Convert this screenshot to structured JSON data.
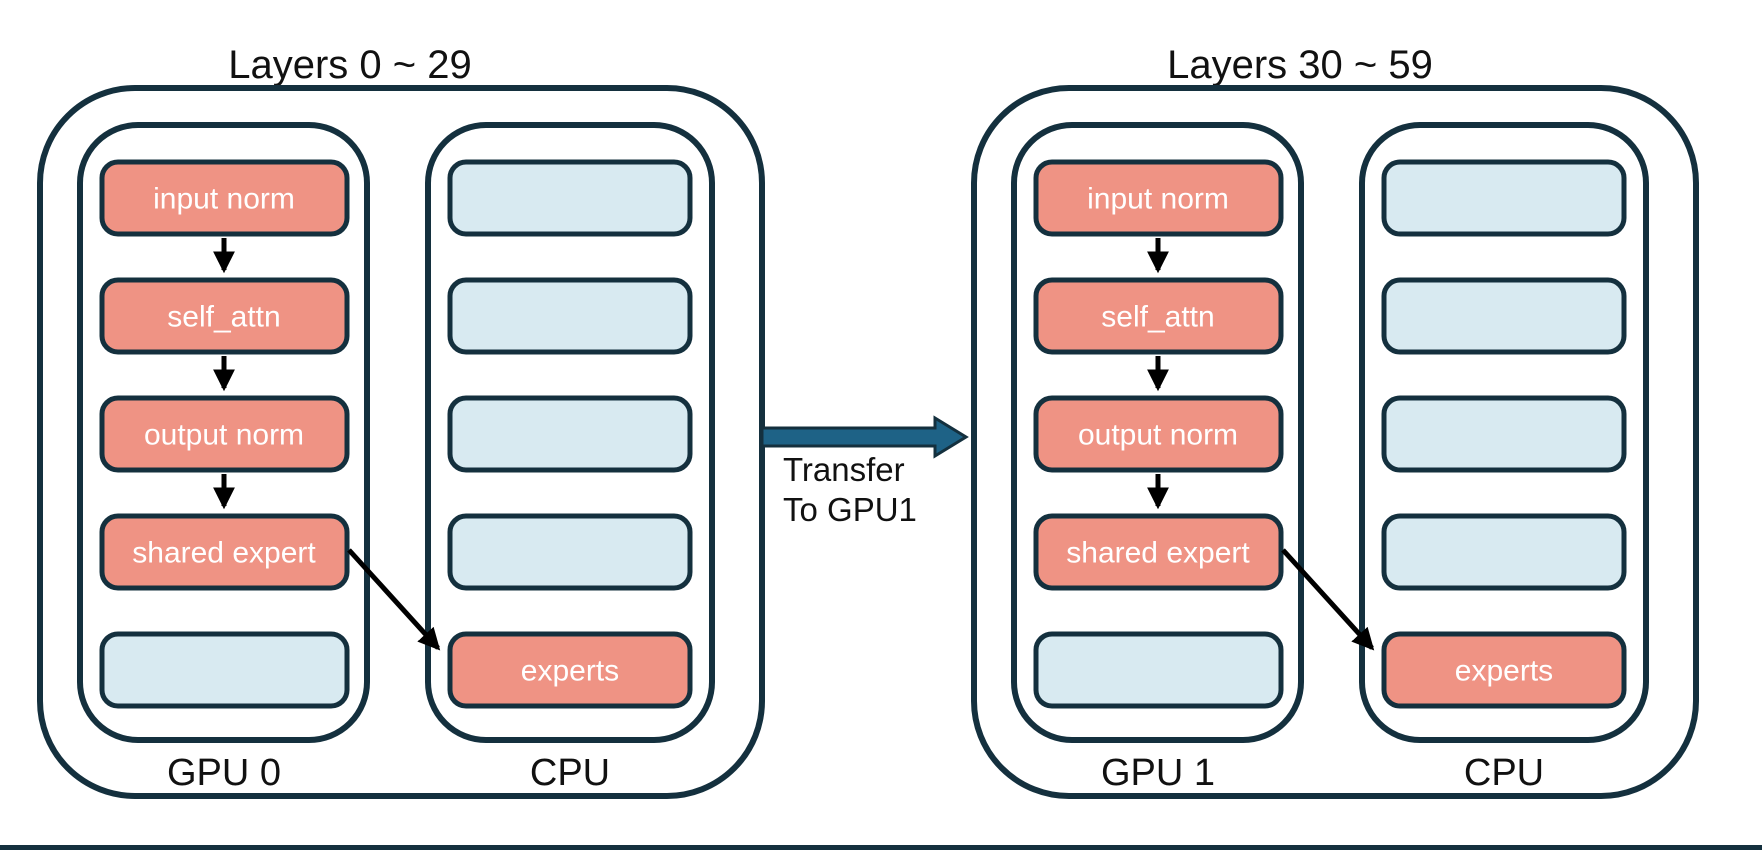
{
  "colors": {
    "navy": "#14303E",
    "salmon": "#EF9384",
    "light_blue": "#D8EAF1",
    "teal": "#1E6286",
    "ink": "#111111",
    "block_text": "#FFFFFF"
  },
  "left_group": {
    "title": "Layers 0 ~ 29",
    "gpu_label": "GPU 0",
    "cpu_label": "CPU",
    "gpu_blocks": {
      "b1": "input norm",
      "b2": "self_attn",
      "b3": "output norm",
      "b4": "shared expert"
    },
    "cpu_block": "experts"
  },
  "right_group": {
    "title": "Layers 30 ~ 59",
    "gpu_label": "GPU 1",
    "cpu_label": "CPU",
    "gpu_blocks": {
      "b1": "input norm",
      "b2": "self_attn",
      "b3": "output norm",
      "b4": "shared expert"
    },
    "cpu_block": "experts"
  },
  "transfer": {
    "line1": "Transfer",
    "line2": "To GPU1"
  }
}
